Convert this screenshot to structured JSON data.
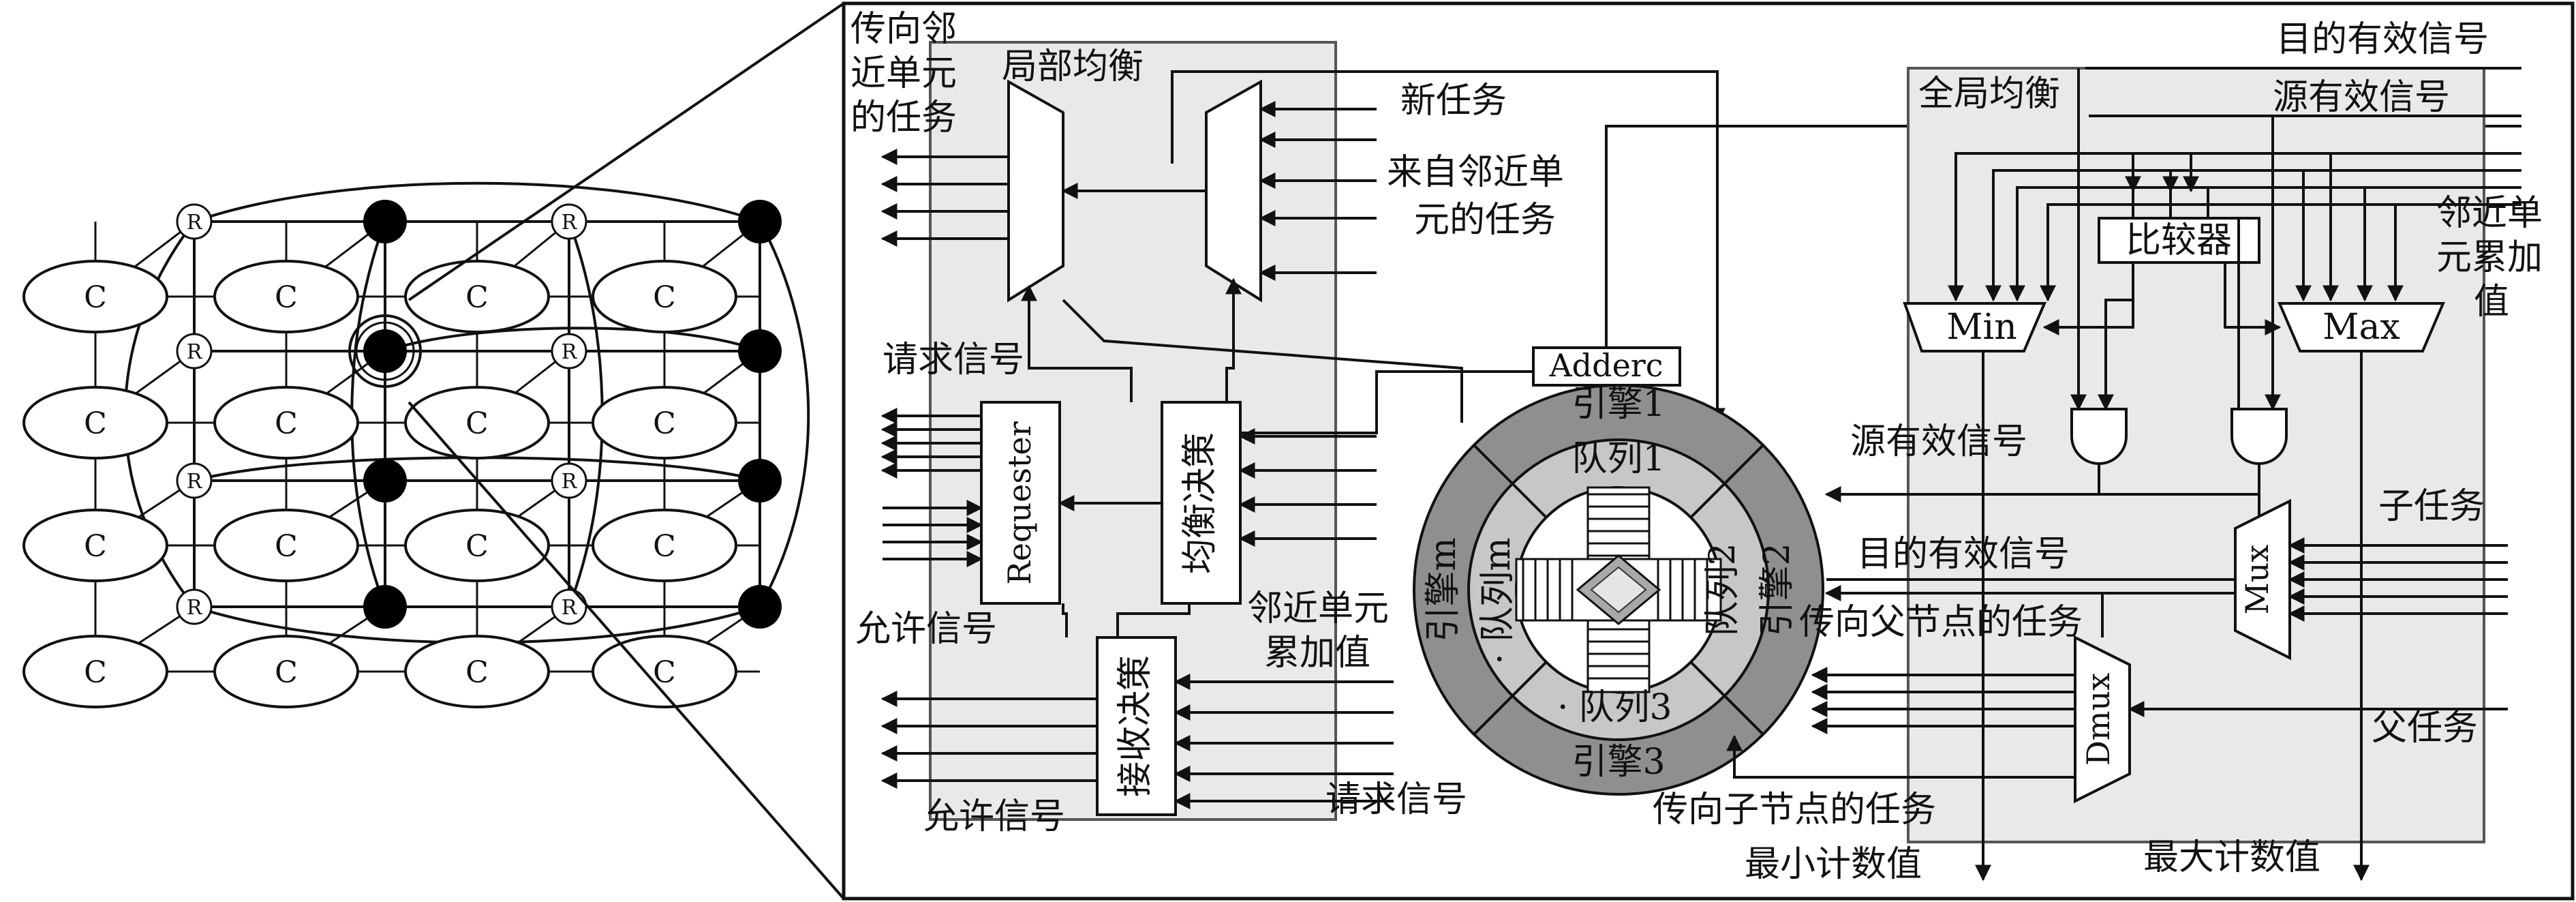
{
  "mesh": {
    "c_label": "C",
    "r_label": "R"
  },
  "left_panel": {
    "title": "局部均衡",
    "to_neighbor": [
      "传向邻",
      "近单元",
      "的任务"
    ],
    "new_task": "新任务",
    "from_neighbor": [
      "来自邻近单",
      "元的任务"
    ],
    "request_signal": "请求信号",
    "allow_signal_1": "允许信号",
    "allow_signal_2": "允许信号",
    "requester": "Requester",
    "balance_decision": "均衡决策",
    "receive_decision": "接收决策",
    "neighbor_accum": [
      "邻近单元",
      "累加值"
    ],
    "request_signal_2": "请求信号"
  },
  "ring": {
    "adderc": "Adderc",
    "engine1": "引擎1",
    "queue1": "队列1",
    "engine2": "引擎2",
    "queue2": "队列2",
    "engine3": "引擎3",
    "queue3": "队列3",
    "engine_m": "引擎m",
    "queue_m": "队列m",
    "dots_left": "·",
    "dots_bottom": "·"
  },
  "right_panel": {
    "title": "全局均衡",
    "dest_valid_top": "目的有效信号",
    "src_valid_top": "源有效信号",
    "comparator": "比较器",
    "neighbor_accum": [
      "邻近单",
      "元累加",
      "值"
    ],
    "min": "Min",
    "max": "Max",
    "src_valid": "源有效信号",
    "dest_valid": "目的有效信号",
    "to_parent": "传向父节点的任务",
    "child_task": "子任务",
    "mux": "Mux",
    "dmux": "Dmux",
    "parent_task": "父任务",
    "to_child": "传向子节点的任务",
    "min_count": "最小计数值",
    "max_count": "最大计数值"
  }
}
